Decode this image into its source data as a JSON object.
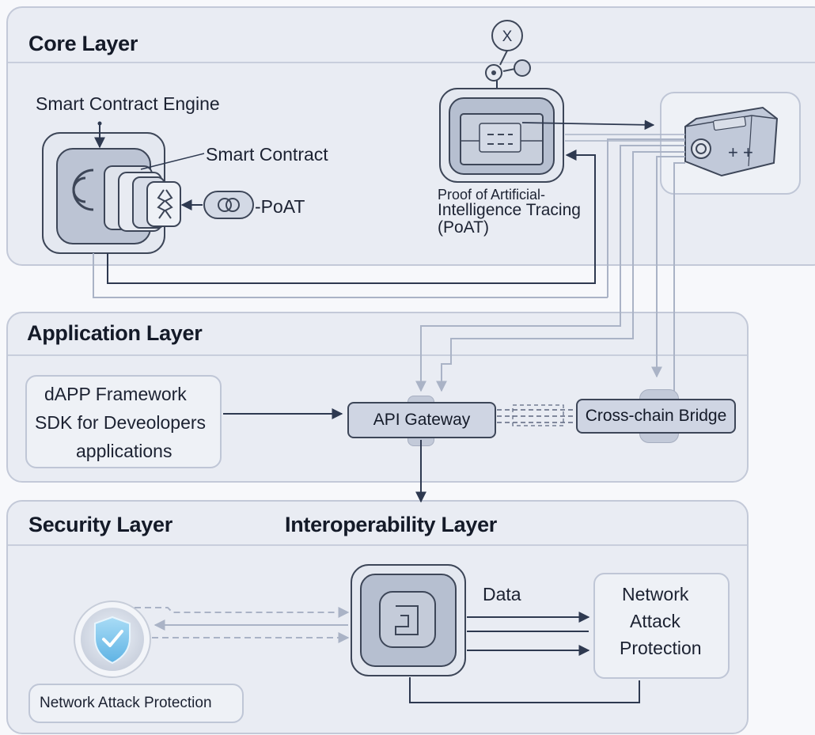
{
  "core": {
    "title": "Core Layer",
    "engine_label": "Smart Contract Engine",
    "smart_contract_label": "Smart Contract",
    "poat_small_label": "-PoAT",
    "poat_caption_line1": "Proof of Artificial-",
    "poat_caption_line2": "Intelligence Tracing",
    "poat_caption_line3": "(PoAT)",
    "node_icon_glyph": "X"
  },
  "application": {
    "title": "Application Layer",
    "dapp_line1": "dAPP Framework",
    "dapp_line2": "SDK for Deveolopers",
    "dapp_line3": "applications",
    "api_gateway": "API Gateway",
    "cross_chain": "Cross-chain Bridge"
  },
  "security": {
    "title": "Security Layer",
    "interop_title": "Interoperability Layer",
    "data_label": "Data",
    "nap_box_line1": "Network",
    "nap_box_line2": "Attack",
    "nap_box_line3": "Protection",
    "nap_label": "Network Attack Protection"
  },
  "colors": {
    "panel_bg": "#e9ecf3",
    "panel_border": "#c3c9d8",
    "line_dark": "#2e3950",
    "line_light": "#aab3c6",
    "shield": "#7fc4ec"
  }
}
